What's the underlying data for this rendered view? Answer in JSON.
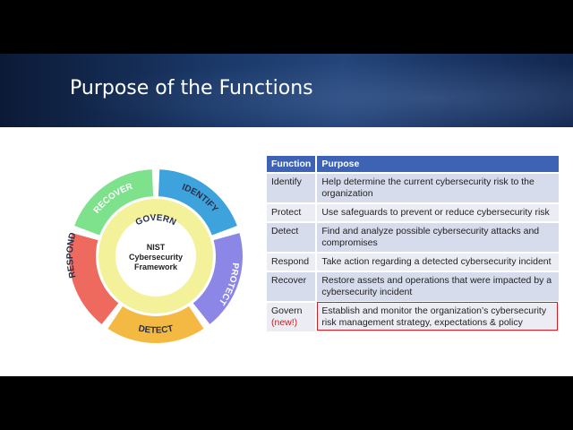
{
  "slide": {
    "title": "Purpose of the Functions"
  },
  "wheel": {
    "center_lines": [
      "NIST",
      "Cybersecurity",
      "Framework"
    ],
    "inner_label": "GOVERN",
    "segments": [
      {
        "label": "IDENTIFY",
        "color": "#3ea3dd"
      },
      {
        "label": "PROTECT",
        "color": "#8c87e6"
      },
      {
        "label": "DETECT",
        "color": "#f4b942"
      },
      {
        "label": "RESPOND",
        "color": "#ee6a5f"
      },
      {
        "label": "RECOVER",
        "color": "#7ee18c"
      }
    ],
    "govern_color": "#f3f29a"
  },
  "table": {
    "headers": {
      "function": "Function",
      "purpose": "Purpose"
    },
    "rows": [
      {
        "function": "Identify",
        "purpose": "Help determine the current cybersecurity risk to the organization"
      },
      {
        "function": "Protect",
        "purpose": "Use safeguards to prevent or reduce cybersecurity risk"
      },
      {
        "function": "Detect",
        "purpose": "Find and analyze possible cybersecurity attacks and compromises"
      },
      {
        "function": "Respond",
        "purpose": "Take action regarding a detected cybersecurity incident"
      },
      {
        "function": "Recover",
        "purpose": "Restore assets and operations that were impacted by a cybersecurity incident"
      },
      {
        "function": "Govern",
        "function_note": "(new!)",
        "purpose": "Establish and monitor the organization’s cybersecurity risk management strategy, expectations & policy"
      }
    ],
    "header_color": "#3f63b4",
    "highlight_color": "#d0202a"
  }
}
